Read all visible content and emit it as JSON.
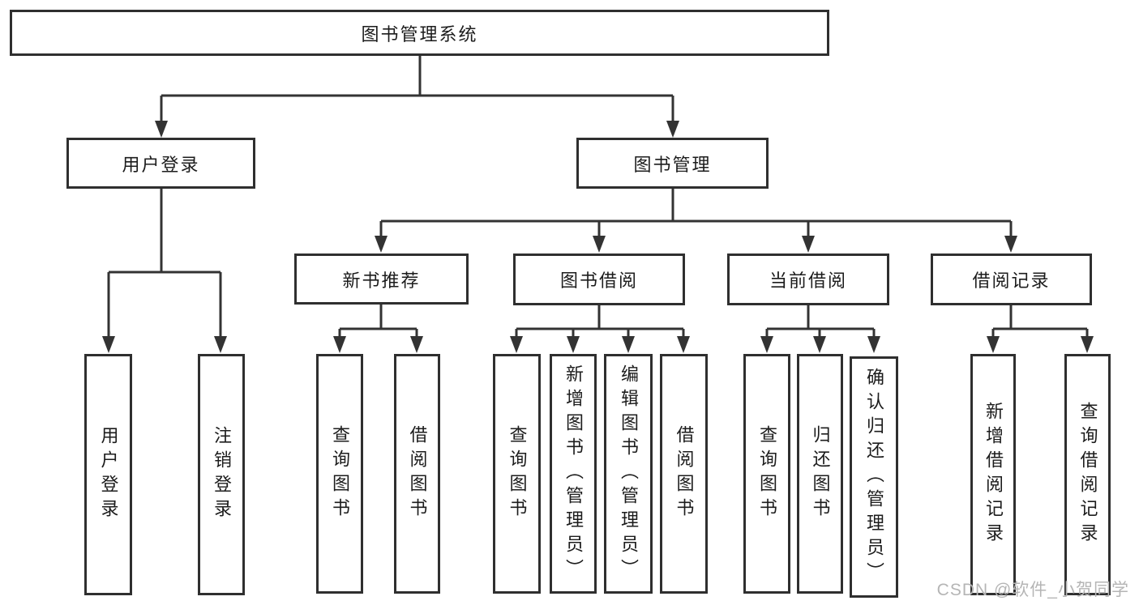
{
  "palette": {
    "line": "#333333",
    "box_border": "#2f2f2f",
    "text": "#1c1c1c",
    "background": "#ffffff",
    "watermark": "#b5b5b5"
  },
  "diagram": {
    "root": {
      "label": "图书管理系统"
    },
    "branches": [
      {
        "label": "用户登录",
        "children": [
          {
            "label": "用户登录"
          },
          {
            "label": "注销登录"
          }
        ]
      },
      {
        "label": "图书管理",
        "groups": [
          {
            "label": "新书推荐",
            "children": [
              {
                "label": "查询图书"
              },
              {
                "label": "借阅图书"
              }
            ]
          },
          {
            "label": "图书借阅",
            "children": [
              {
                "label": "查询图书"
              },
              {
                "label": "新增图书（管理员）"
              },
              {
                "label": "编辑图书（管理员）"
              },
              {
                "label": "借阅图书"
              }
            ]
          },
          {
            "label": "当前借阅",
            "children": [
              {
                "label": "查询图书"
              },
              {
                "label": "归还图书"
              },
              {
                "label": "确认归还（管理员）"
              }
            ]
          },
          {
            "label": "借阅记录",
            "children": [
              {
                "label": "新增借阅记录"
              },
              {
                "label": "查询借阅记录"
              }
            ]
          }
        ]
      }
    ]
  },
  "watermark": {
    "text": "CSDN @软件_小贺同学"
  }
}
